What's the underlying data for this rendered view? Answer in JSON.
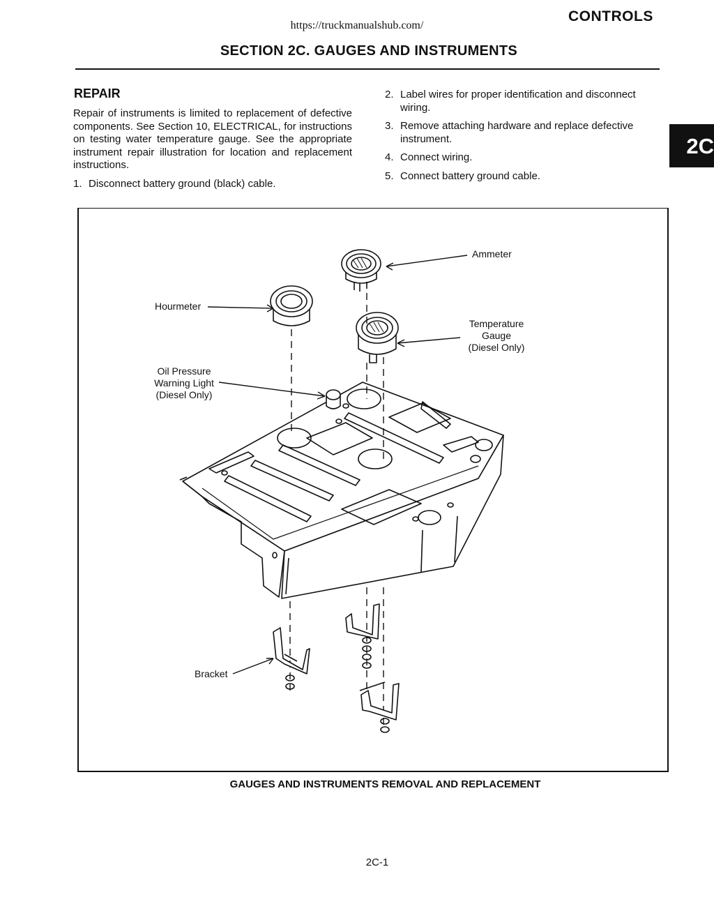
{
  "header": {
    "url": "https://truckmanualshub.com/",
    "section_tag": "CONTROLS",
    "title": "SECTION 2C.  GAUGES AND INSTRUMENTS",
    "side_tab": "2C"
  },
  "repair": {
    "heading": "REPAIR",
    "intro": "Repair of instruments is limited to replacement of defective components. See Section 10, ELECTRICAL, for instructions on testing water temperature gauge. See the appropriate instrument repair illustration for location and replacement instructions.",
    "steps": [
      {
        "num": "1.",
        "text": "Disconnect battery ground (black) cable."
      },
      {
        "num": "2.",
        "text": "Label wires for proper identification and disconnect wiring."
      },
      {
        "num": "3.",
        "text": "Remove attaching hardware and replace defective instrument."
      },
      {
        "num": "4.",
        "text": "Connect wiring."
      },
      {
        "num": "5.",
        "text": "Connect battery ground cable."
      }
    ]
  },
  "figure": {
    "labels": {
      "ammeter": "Ammeter",
      "hourmeter": "Hourmeter",
      "temp_1": "Temperature",
      "temp_2": "Gauge",
      "temp_3": "(Diesel Only)",
      "oil_1": "Oil Pressure",
      "oil_2": "Warning Light",
      "oil_3": "(Diesel Only)",
      "bracket": "Bracket"
    },
    "caption": "GAUGES AND INSTRUMENTS REMOVAL AND REPLACEMENT"
  },
  "footer": {
    "page_number": "2C-1"
  }
}
